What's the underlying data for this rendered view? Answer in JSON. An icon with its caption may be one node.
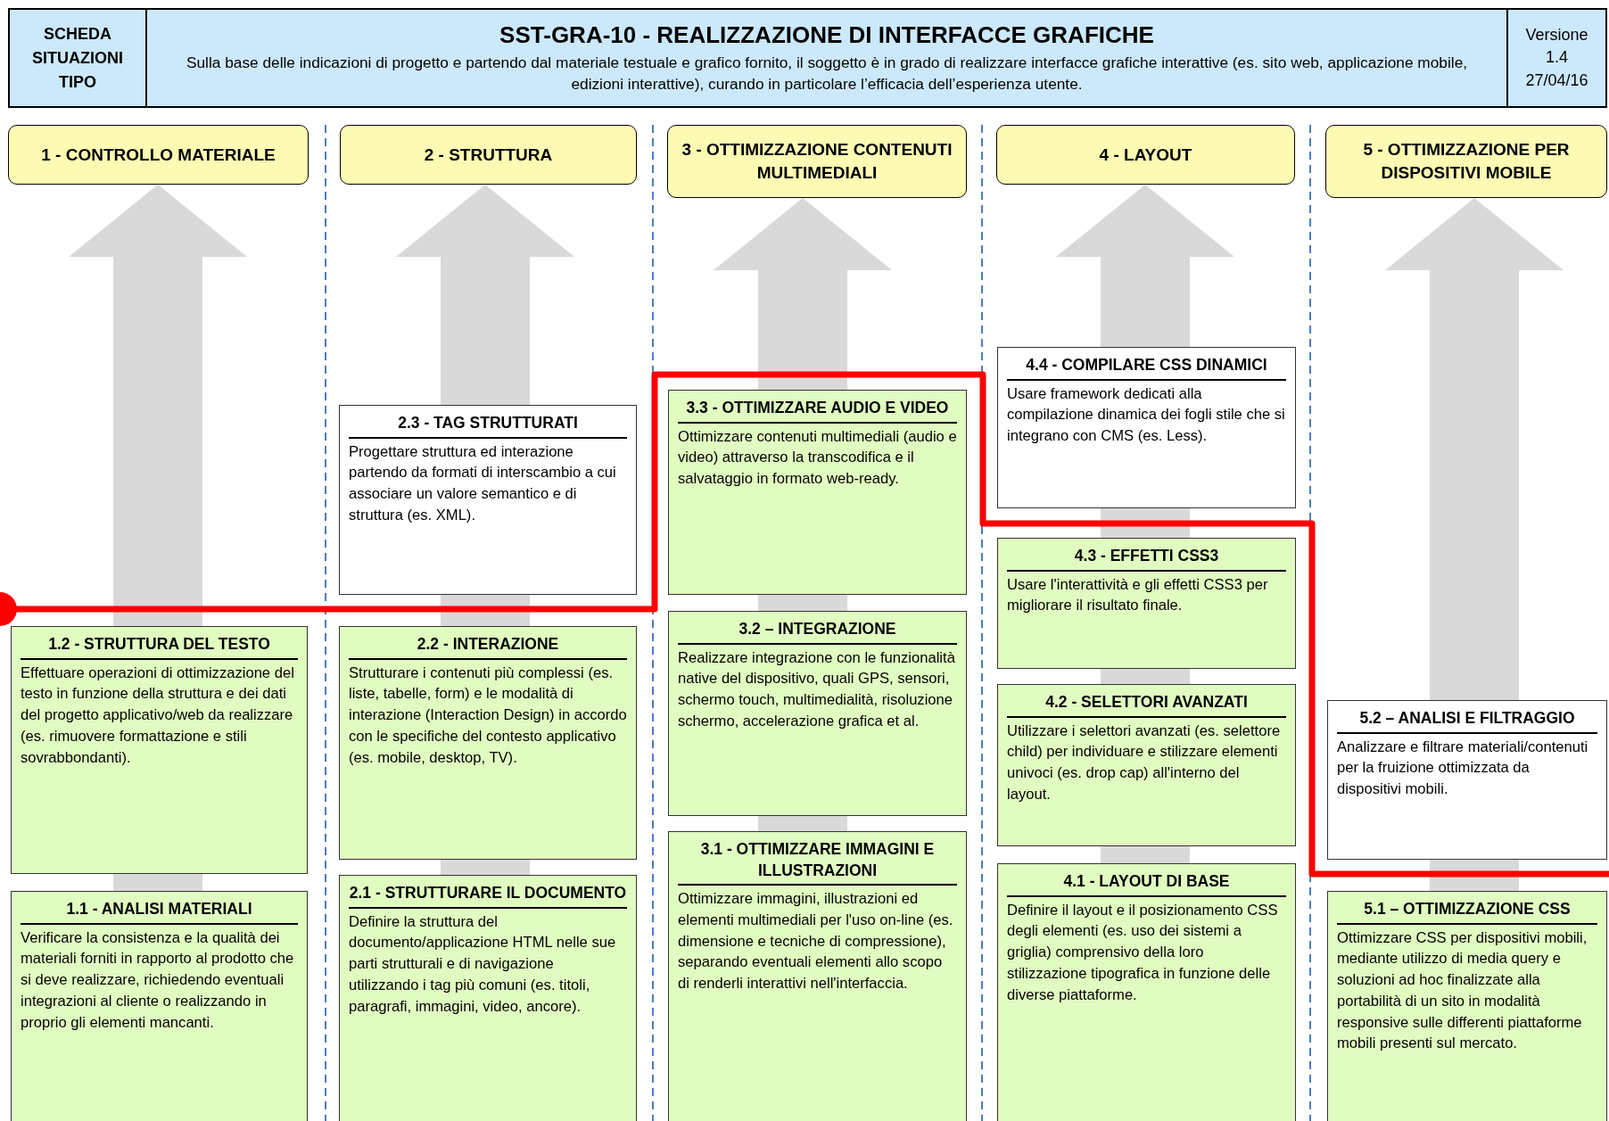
{
  "diagram": {
    "nodes": [
      {
        "text": [
          "SCHEDA SITUAZIONI TIPO"
        ]
      },
      {
        "text": [
          "SST-GRA-10  -  REALIZZAZIONE DI INTERFACCE GRAFICHE",
          "Sulla base delle indicazioni di progetto e partendo dal materiale testuale e grafico fornito, il soggetto è in grado di realizzare interfacce grafiche interattive (es. sito web, applicazione mobile, edizioni interattive), curando in particolare l’efficacia dell’esperienza utente."
        ]
      },
      {
        "text": [
          "Versione 1.4 27/04/16"
        ]
      },
      {
        "text": [
          "1 - CONTROLLO MATERIALE"
        ]
      },
      {
        "text": [
          "2 - STRUTTURA"
        ]
      },
      {
        "text": [
          "3 - OTTIMIZZAZIONE CONTENUTI MULTIMEDIALI"
        ]
      },
      {
        "text": [
          "4 - LAYOUT"
        ]
      },
      {
        "text": [
          "5 - OTTIMIZZAZIONE PER DISPOSITIVI  MOBILE"
        ]
      },
      {
        "text": [
          "1.2 - STRUTTURA DEL TESTO",
          "Effettuare operazioni di ottimizzazione del testo in funzione della struttura e dei dati del progetto applicativo/web da realizzare (es. rimuovere formattazione e stili sovrabbondanti)."
        ]
      },
      {
        "text": [
          "1.1 - ANALISI MATERIALI",
          "Verificare la consistenza e la qualità dei materiali forniti in rapporto al prodotto che si deve realizzare, richiedendo eventuali integrazioni al cliente o realizzando in proprio gli elementi mancanti."
        ]
      },
      {
        "text": [
          "2.3 - TAG STRUTTURATI",
          "Progettare struttura ed interazione partendo da formati di interscambio a cui associare un valore semantico e di struttura (es. XML)."
        ]
      },
      {
        "text": [
          "2.2 - INTERAZIONE",
          "Strutturare i contenuti più complessi (es. liste, tabelle, form) e le modalità di interazione (Interaction Design) in accordo con le specifiche del contesto applicativo (es. mobile, desktop, TV)."
        ]
      },
      {
        "text": [
          "2.1 - STRUTTURARE IL DOCUMENTO",
          "Definire la struttura del documento/applicazione HTML nelle sue parti strutturali e di navigazione utilizzando i tag più comuni (es. titoli, paragrafi, immagini, video, ancore)."
        ]
      },
      {
        "text": [
          "3.3 - OTTIMIZZARE AUDIO E VIDEO",
          "Ottimizzare contenuti multimediali (audio e video) attraverso la transcodifica e il salvataggio in formato web-ready."
        ]
      },
      {
        "text": [
          "3.2 – INTEGRAZIONE",
          "Realizzare integrazione con le funzionalità native del dispositivo, quali GPS, sensori, schermo touch, multimedialità, risoluzione schermo, accelerazione grafica et al."
        ]
      },
      {
        "text": [
          "3.1 - OTTIMIZZARE IMMAGINI E ILLUSTRAZIONI",
          "Ottimizzare immagini, illustrazioni ed elementi multimediali per l'uso on-line (es. dimensione e tecniche di compressione), separando eventuali elementi allo scopo di renderli interattivi nell'interfaccia."
        ]
      },
      {
        "text": [
          "4.4 - COMPILARE CSS DINAMICI",
          "Usare framework dedicati alla compilazione dinamica dei fogli stile che si integrano con CMS (es. Less)."
        ]
      },
      {
        "text": [
          "4.3 - EFFETTI CSS3",
          "Usare l'interattività e gli effetti CSS3 per migliorare il risultato finale."
        ]
      },
      {
        "text": [
          "4.2 - SELETTORI AVANZATI",
          "Utilizzare i selettori avanzati (es. selettore child) per individuare e stilizzare elementi univoci (es. drop cap) all'interno del layout."
        ]
      },
      {
        "text": [
          "4.1 - LAYOUT DI BASE",
          "Definire il layout e il posizionamento CSS degli elementi (es. uso dei sistemi a griglia) comprensivo della loro stilizzazione tipografica in funzione delle diverse piattaforme."
        ]
      },
      {
        "text": [
          "5.2 – ANALISI E FILTRAGGIO",
          "Analizzare e filtrare materiali/contenuti per la fruizione ottimizzata da dispositivi mobili."
        ]
      },
      {
        "text": [
          "5.1 – OTTIMIZZAZIONE CSS",
          "Ottimizzare CSS per dispositivi mobili, mediante utilizzo di media query e soluzioni ad hoc finalizzate alla portabilità di un sito in modalità responsive sulle differenti piattaforme mobili presenti sul mercato."
        ]
      }
    ]
  }
}
